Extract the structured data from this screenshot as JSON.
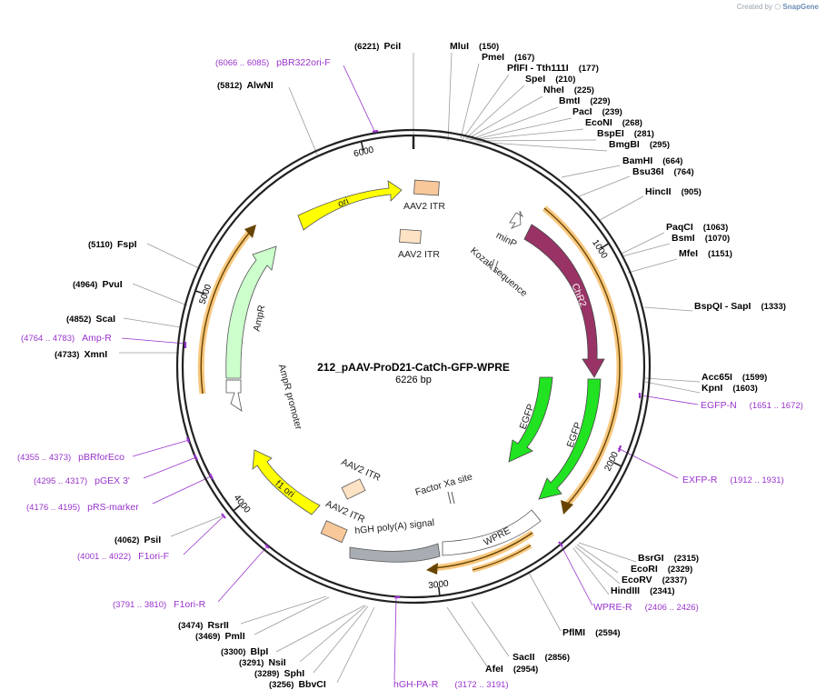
{
  "credit": {
    "prefix": "Created by",
    "brand": "SnapGene"
  },
  "plasmid": {
    "name": "212_pAAV-ProD21-CatCh-GFP-WPRE",
    "size_label": "6226 bp",
    "length": 6226
  },
  "ring_ticks": [
    {
      "pos": 1000,
      "label": "1000"
    },
    {
      "pos": 2000,
      "label": "2000"
    },
    {
      "pos": 3000,
      "label": "3000"
    },
    {
      "pos": 4000,
      "label": "4000"
    },
    {
      "pos": 5000,
      "label": "5000"
    },
    {
      "pos": 6000,
      "label": "6000"
    }
  ],
  "enzymes": [
    {
      "name": "PciI",
      "pos_text": "(6221)"
    },
    {
      "name": "MluI",
      "pos_text": "(150)"
    },
    {
      "name": "PmeI",
      "pos_text": "(167)"
    },
    {
      "name": "PflFI - Tth111I",
      "pos_text": "(177)"
    },
    {
      "name": "SpeI",
      "pos_text": "(210)"
    },
    {
      "name": "NheI",
      "pos_text": "(225)"
    },
    {
      "name": "BmtI",
      "pos_text": "(229)"
    },
    {
      "name": "PacI",
      "pos_text": "(239)"
    },
    {
      "name": "EcoNI",
      "pos_text": "(268)"
    },
    {
      "name": "BspEI",
      "pos_text": "(281)"
    },
    {
      "name": "BmgBI",
      "pos_text": "(295)"
    },
    {
      "name": "BamHI",
      "pos_text": "(664)"
    },
    {
      "name": "Bsu36I",
      "pos_text": "(764)"
    },
    {
      "name": "HincII",
      "pos_text": "(905)"
    },
    {
      "name": "PaqCI",
      "pos_text": "(1063)"
    },
    {
      "name": "BsmI",
      "pos_text": "(1070)"
    },
    {
      "name": "MfeI",
      "pos_text": "(1151)"
    },
    {
      "name": "BspQI - SapI",
      "pos_text": "(1333)"
    },
    {
      "name": "Acc65I",
      "pos_text": "(1599)"
    },
    {
      "name": "KpnI",
      "pos_text": "(1603)"
    },
    {
      "name": "BsrGI",
      "pos_text": "(2315)"
    },
    {
      "name": "EcoRI",
      "pos_text": "(2329)"
    },
    {
      "name": "EcoRV",
      "pos_text": "(2337)"
    },
    {
      "name": "HindIII",
      "pos_text": "(2341)"
    },
    {
      "name": "PflMI",
      "pos_text": "(2594)"
    },
    {
      "name": "SacII",
      "pos_text": "(2856)"
    },
    {
      "name": "AfeI",
      "pos_text": "(2954)"
    },
    {
      "name": "BbvCI",
      "pos_text": "(3256)"
    },
    {
      "name": "SphI",
      "pos_text": "(3289)"
    },
    {
      "name": "NsiI",
      "pos_text": "(3291)"
    },
    {
      "name": "BlpI",
      "pos_text": "(3300)"
    },
    {
      "name": "PmlI",
      "pos_text": "(3469)"
    },
    {
      "name": "RsrII",
      "pos_text": "(3474)"
    },
    {
      "name": "PsiI",
      "pos_text": "(4062)"
    },
    {
      "name": "XmnI",
      "pos_text": "(4733)"
    },
    {
      "name": "ScaI",
      "pos_text": "(4852)"
    },
    {
      "name": "PvuI",
      "pos_text": "(4964)"
    },
    {
      "name": "FspI",
      "pos_text": "(5110)"
    },
    {
      "name": "AlwNI",
      "pos_text": "(5812)"
    }
  ],
  "primers": [
    {
      "name": "pBR322ori-F",
      "range_text": "(6066 .. 6085)"
    },
    {
      "name": "Amp-R",
      "range_text": "(4764 .. 4783)"
    },
    {
      "name": "EGFP-N",
      "range_text": "(1651 .. 1672)"
    },
    {
      "name": "EXFP-R",
      "range_text": "(1912 .. 1931)"
    },
    {
      "name": "WPRE-R",
      "range_text": "(2406 .. 2426)"
    },
    {
      "name": "hGH-PA-R",
      "range_text": "(3172 .. 3191)"
    },
    {
      "name": "F1ori-R",
      "range_text": "(3791 .. 3810)"
    },
    {
      "name": "F1ori-F",
      "range_text": "(4001 .. 4022)"
    },
    {
      "name": "pRS-marker",
      "range_text": "(4176 .. 4195)"
    },
    {
      "name": "pGEX 3'",
      "range_text": "(4295 .. 4317)"
    },
    {
      "name": "pBRforEco",
      "range_text": "(4355 .. 4373)"
    }
  ],
  "features": [
    {
      "name": "ori",
      "label": "ori",
      "color": "#ffff00"
    },
    {
      "name": "aav2-itr-top",
      "label": "AAV2 ITR",
      "color": "#f8c89a"
    },
    {
      "name": "aav2-itr-inner",
      "label": "AAV2 ITR",
      "color": "#fde2c4"
    },
    {
      "name": "minp",
      "label": "minP",
      "color": "#ffffff"
    },
    {
      "name": "kozak",
      "label": "Kozak sequence",
      "color": "#ffffff"
    },
    {
      "name": "chr2",
      "label": "ChR2",
      "color": "#993366"
    },
    {
      "name": "egfp-inner",
      "label": "EGFP",
      "color": "#21e321"
    },
    {
      "name": "egfp-outer",
      "label": "EGFP",
      "color": "#21e321"
    },
    {
      "name": "factor-xa",
      "label": "Factor Xa site",
      "color": "#ffffff"
    },
    {
      "name": "wpre",
      "label": "WPRE",
      "color": "#ffffff"
    },
    {
      "name": "hgh-polya",
      "label": "hGH poly(A) signal",
      "color": "#a8adb3"
    },
    {
      "name": "aav2-itr-bottom",
      "label": "AAV2 ITR",
      "color": "#f8c89a"
    },
    {
      "name": "aav2-itr-bottom-inner",
      "label": "AAV2 ITR",
      "color": "#fde2c4"
    },
    {
      "name": "f1-ori",
      "label": "f1 ori",
      "color": "#ffff00"
    },
    {
      "name": "ampr",
      "label": "AmpR",
      "color": "#ccffcc"
    },
    {
      "name": "ampr-promoter",
      "label": "AmpR promoter",
      "color": "#ffffff"
    }
  ]
}
